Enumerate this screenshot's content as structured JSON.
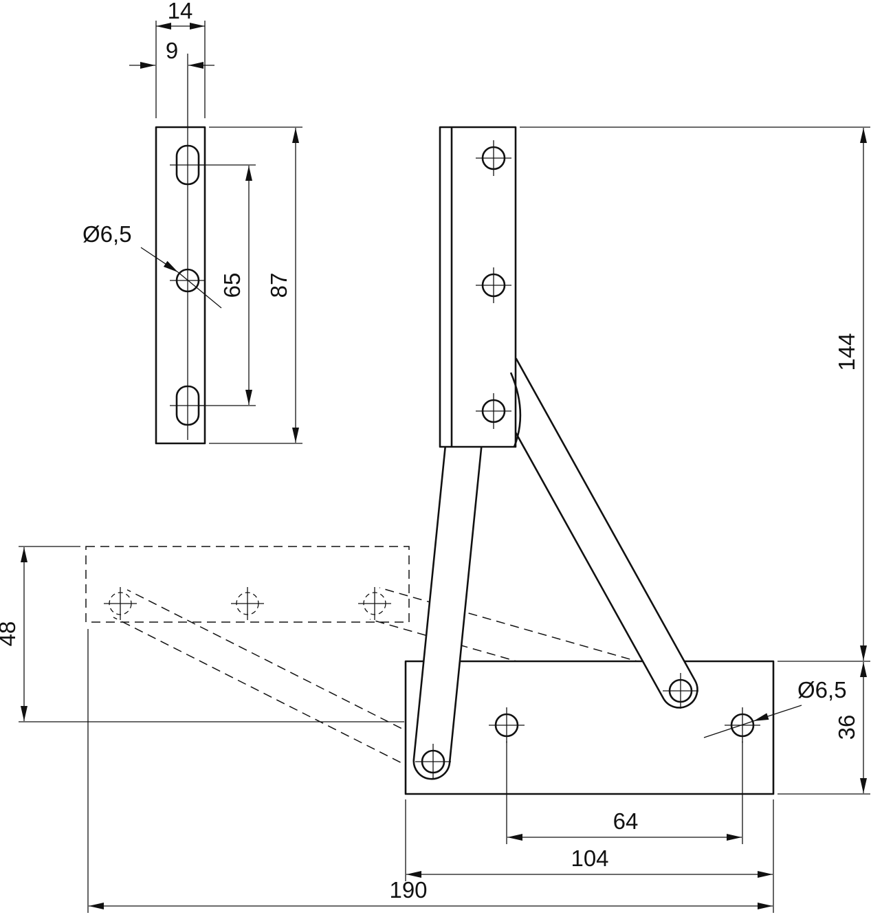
{
  "drawing": {
    "colors": {
      "line": "#111111",
      "background": "#ffffff"
    },
    "dims": {
      "plate_width": "14",
      "hole_offset": "9",
      "side_hole_dia": "Ø6,5",
      "side_hole_span": "65",
      "side_height": "87",
      "open_height": "144",
      "folded_height": "48",
      "base_height": "36",
      "base_hole_dia": "Ø6,5",
      "base_hole_span": "64",
      "base_length": "104",
      "overall_length": "190"
    }
  }
}
